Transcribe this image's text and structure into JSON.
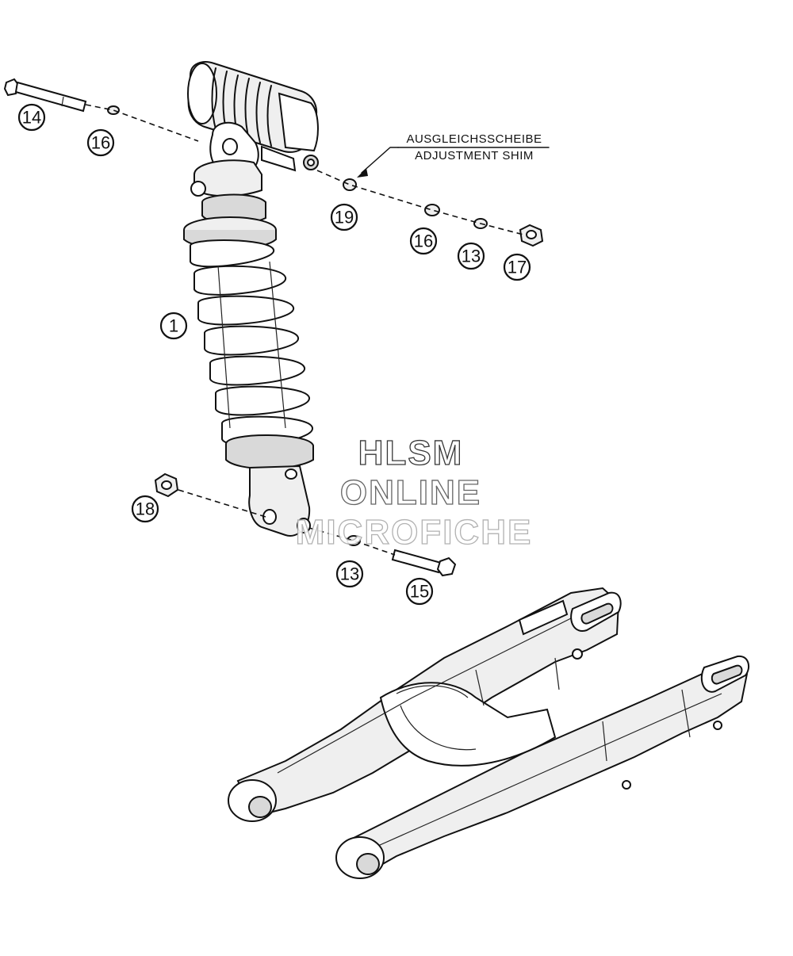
{
  "annotation": {
    "line1": "AUSGLEICHSSCHEIBE",
    "line2": "ADJUSTMENT SHIM"
  },
  "callouts": [
    {
      "id": "c14a",
      "label": "14"
    },
    {
      "id": "c16a",
      "label": "16"
    },
    {
      "id": "c19",
      "label": "19"
    },
    {
      "id": "c16b",
      "label": "16"
    },
    {
      "id": "c13a",
      "label": "13"
    },
    {
      "id": "c17",
      "label": "17"
    },
    {
      "id": "c1",
      "label": "1"
    },
    {
      "id": "c18",
      "label": "18"
    },
    {
      "id": "c13b",
      "label": "13"
    },
    {
      "id": "c15",
      "label": "15"
    }
  ],
  "watermark": {
    "line1": "HLSM",
    "line2": "ONLINE",
    "line3": "MICROFICHE"
  }
}
